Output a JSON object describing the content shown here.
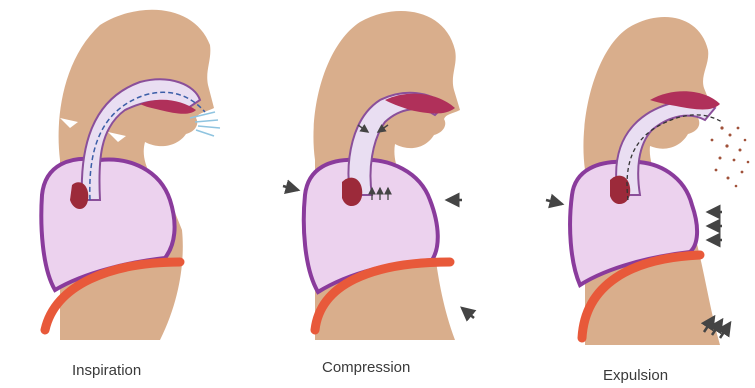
{
  "panels": [
    {
      "id": "inspiration",
      "caption": "Inspiration"
    },
    {
      "id": "compression",
      "caption": "Compression"
    },
    {
      "id": "expulsion",
      "caption": "Expulsion"
    }
  ],
  "colors": {
    "skin": "#d9ae8c",
    "skin_dark": "#c99a78",
    "lung_fill": "#ecd2ee",
    "lung_border": "#8a3b9c",
    "airway": "#e9def2",
    "airway_border": "#8a4f9a",
    "tongue": "#b0305a",
    "diaphragm": "#e8593a",
    "arrow": "#444444",
    "spray": "#a0523a",
    "air_stream": "#8fc4e0"
  }
}
